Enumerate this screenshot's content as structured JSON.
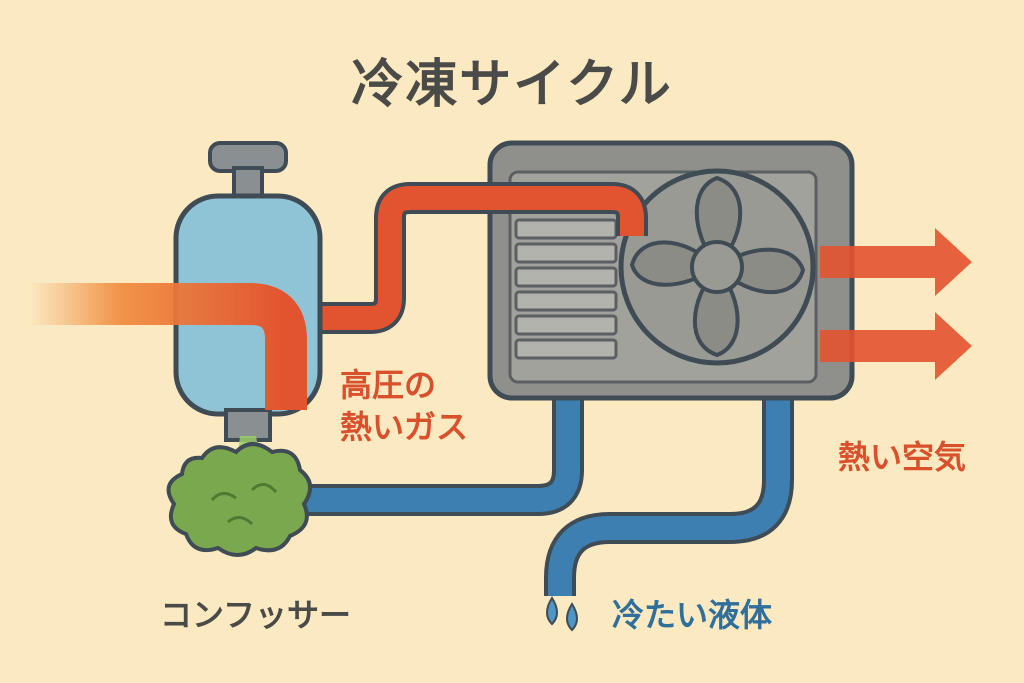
{
  "title": "冷凍サイクル",
  "labels": {
    "hot_gas_line1": "高圧の",
    "hot_gas_line2": "熱いガス",
    "hot_air": "熱い空気",
    "compressor": "コンフッサー",
    "cold_liquid": "冷たい液体"
  },
  "colors": {
    "background": "#fbe9c1",
    "hot": "#e2532f",
    "cold": "#3d7fb0",
    "compressor_body": "#8fc4d6",
    "unit": "#8f8f8b",
    "leak_cloud": "#7aa84f",
    "text_dark": "#4a4a48"
  },
  "icons": [
    "compressor-tank-icon",
    "fan-icon",
    "vent-grille-icon",
    "steam-cloud-icon",
    "water-drop-icon",
    "arrow-right-icon"
  ]
}
